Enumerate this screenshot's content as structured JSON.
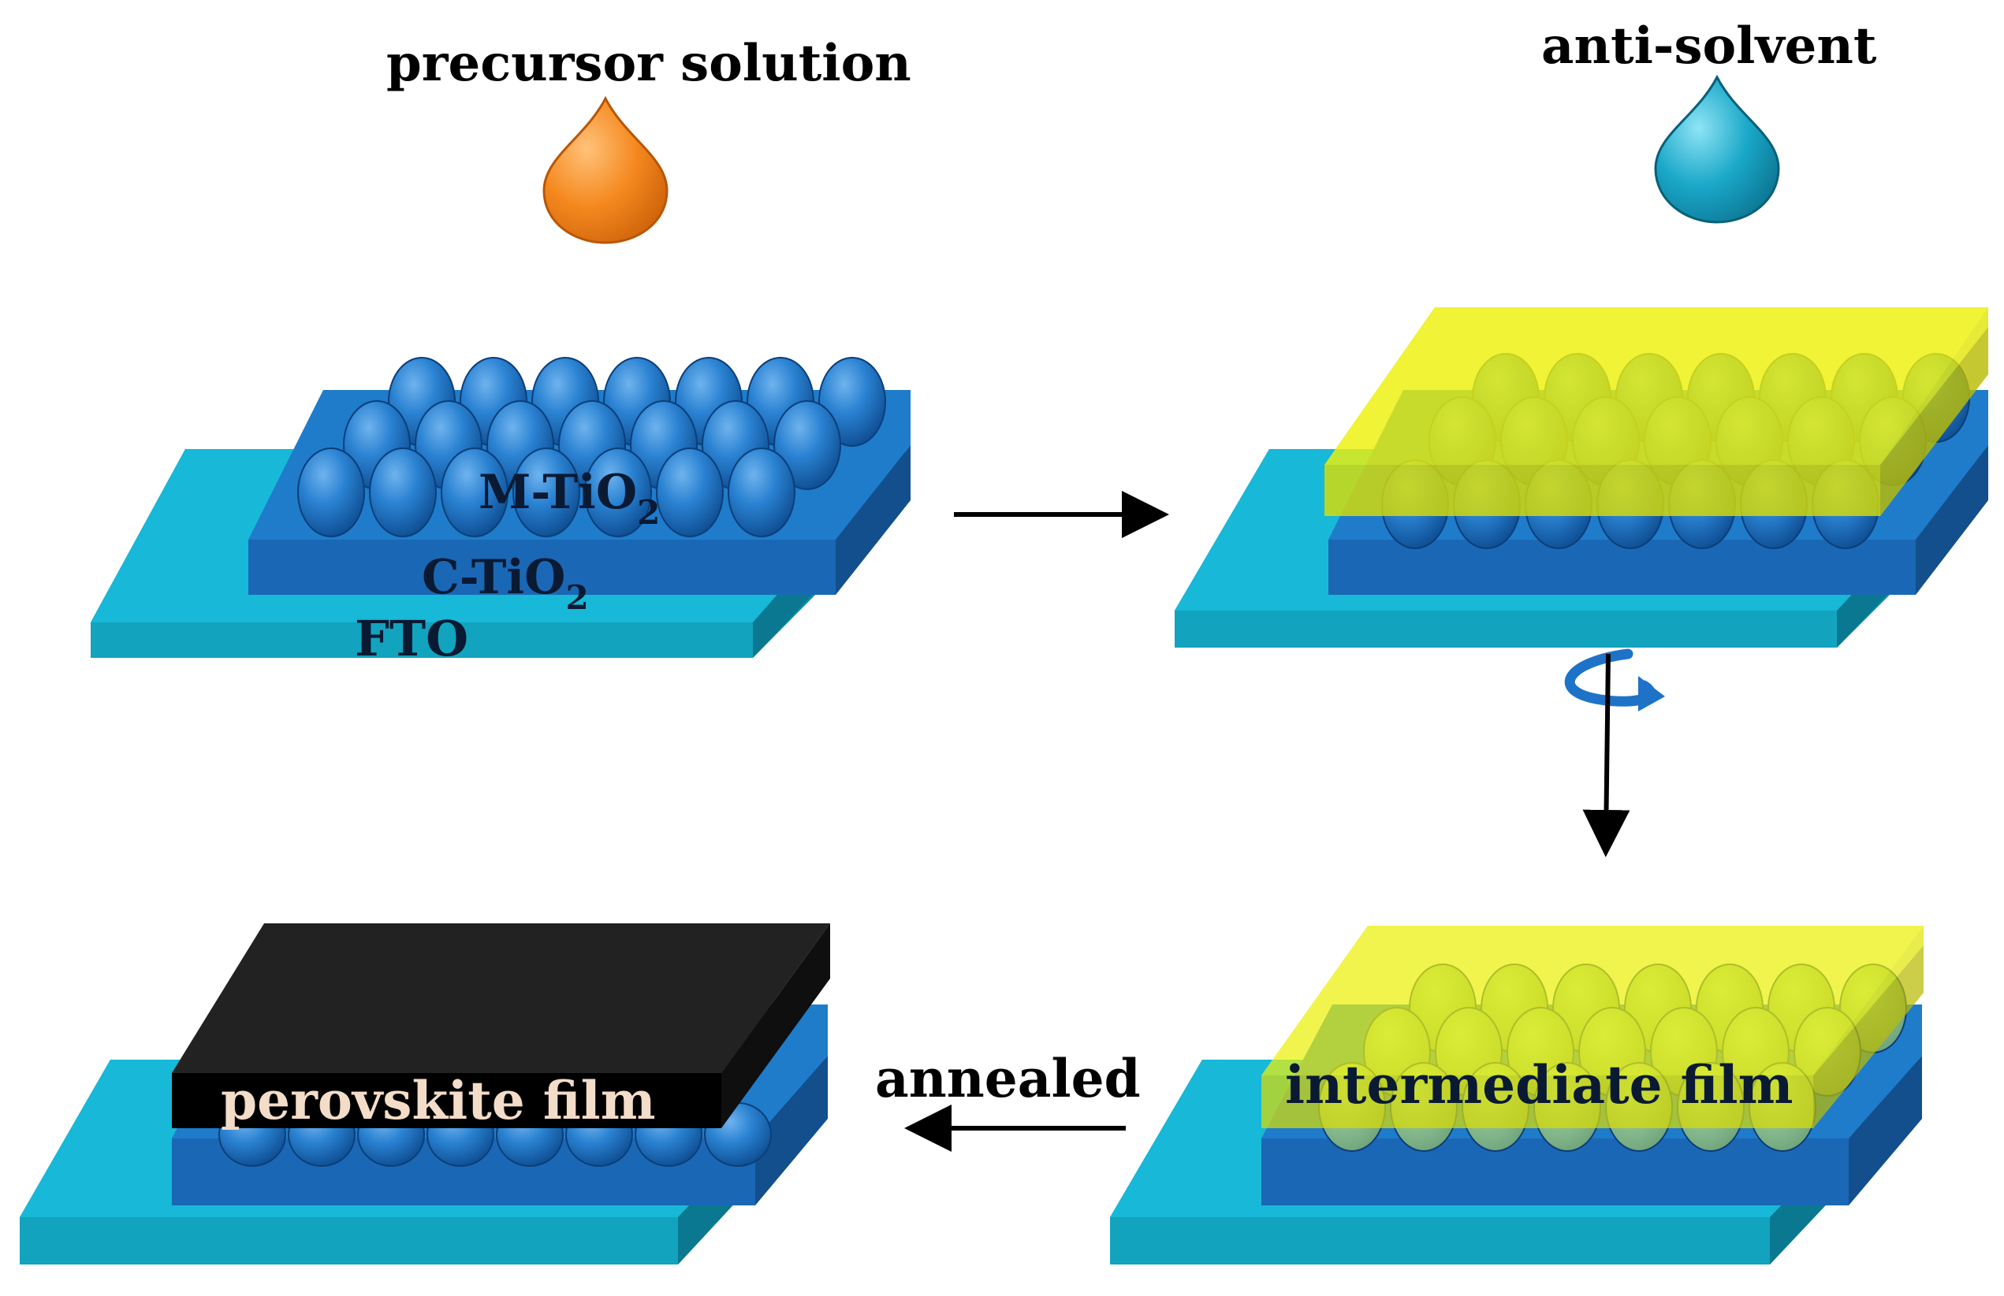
{
  "labels": {
    "precursor_solution": "precursor solution",
    "anti_solvent": "anti-solvent",
    "m_tio2": "M-TiO",
    "m_tio2_sub": "2",
    "c_tio2": "C-TiO",
    "c_tio2_sub": "2",
    "fto": "FTO",
    "annealed": "annealed",
    "intermediate_film": "intermediate film",
    "perovskite_film": "perovskite film"
  },
  "colors": {
    "fto_top": "#16b7d6",
    "fto_front": "#11a5c0",
    "fto_side": "#0b7f96",
    "ctio2_top": "#1d78c8",
    "ctio2_front": "#1a66b4",
    "ctio2_side": "#12508e",
    "sphere": "#1d6fc4",
    "precursor_drop": "#f0841e",
    "antisolvent_drop": "#17a2c4",
    "intermediate_layer": "#eef20a",
    "perovskite_top": "#1c1c1c",
    "perovskite_front": "#000000",
    "perovskite_label": "#f3dcc8",
    "arrow": "#000000",
    "spin_arrow": "#1e73c8"
  },
  "icons": {
    "precursor": "drop-icon",
    "antisolvent": "drop-icon",
    "spin": "rotate-icon"
  }
}
